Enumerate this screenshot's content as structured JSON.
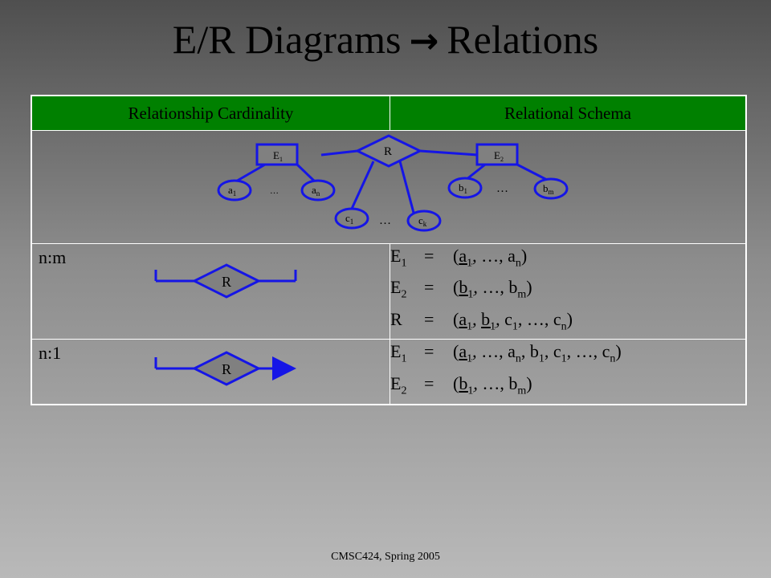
{
  "title": {
    "left": "E/R Diagrams",
    "arrow": "→",
    "right": "Relations"
  },
  "table": {
    "headers": [
      "Relationship Cardinality",
      "Relational Schema"
    ]
  },
  "diagram": {
    "relationship": "R",
    "entity1": "E",
    "entity1_sub": "1",
    "entity2": "E",
    "entity2_sub": "2",
    "attr_a": "a",
    "attr_b": "b",
    "attr_c": "c",
    "sub_1": "1",
    "sub_n": "n",
    "sub_m": "m",
    "sub_k": "k",
    "ellipsis": "…"
  },
  "rows": [
    {
      "cardinality": "n:m",
      "relationship_label": "R",
      "schema": [
        {
          "lhs": "E",
          "lhs_sub": "1",
          "eq": "=",
          "rhs": "(a1, …, an)"
        },
        {
          "lhs": "E",
          "lhs_sub": "2",
          "eq": "=",
          "rhs": "(b1, …, bm)"
        },
        {
          "lhs": "R",
          "lhs_sub": "",
          "eq": "=",
          "rhs": "(a1, b1, c1, …, cn)"
        }
      ]
    },
    {
      "cardinality": "n:1",
      "relationship_label": "R",
      "schema": [
        {
          "lhs": "E",
          "lhs_sub": "1",
          "eq": "=",
          "rhs": "(a1, …, an, b1, c1, …, cn)"
        },
        {
          "lhs": "E",
          "lhs_sub": "2",
          "eq": "=",
          "rhs": "(b1, …, bm)"
        }
      ]
    }
  ],
  "footer": "CMSC424, Spring 2005"
}
